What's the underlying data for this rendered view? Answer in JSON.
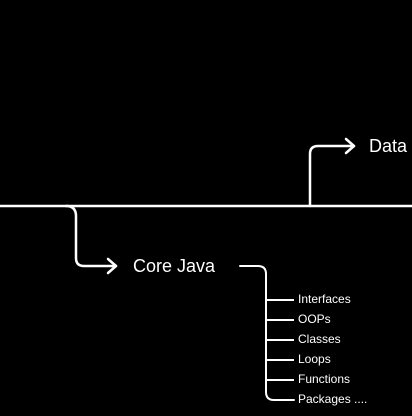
{
  "colors": {
    "background": "#000000",
    "line": "#ffffff",
    "text": "#ffffff"
  },
  "nodes": {
    "data_label": "Data",
    "core_java_label": "Core Java"
  },
  "core_java_topics": [
    "Interfaces",
    "OOPs",
    "Classes",
    "Loops",
    "Functions",
    "Packages ...."
  ]
}
